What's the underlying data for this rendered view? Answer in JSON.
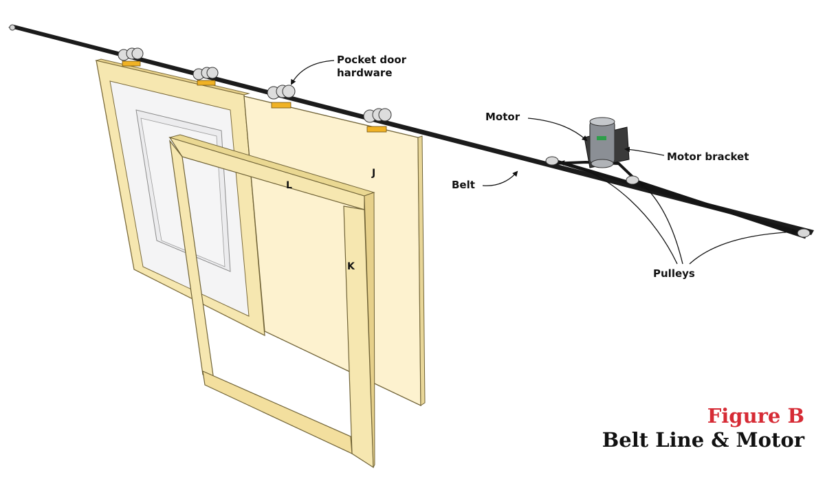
{
  "labels": {
    "pocket_door_hardware": [
      "Pocket door",
      "hardware"
    ],
    "motor": "Motor",
    "motor_bracket": "Motor bracket",
    "belt": "Belt",
    "pulleys": "Pulleys",
    "part_j": "J",
    "part_k": "K",
    "part_l": "L"
  },
  "figure": {
    "title": "Figure B",
    "subtitle": "Belt Line & Motor"
  },
  "colors": {
    "wood_frame": "#f6e7b0",
    "wood_edge": "#e6d08a",
    "panel": "#fdf2cf",
    "inner_panel": "#f3f3f4",
    "rail": "#1b1b1b",
    "bracket": "#f0b225",
    "motor": "#8b8f95",
    "title_red": "#d62b35"
  }
}
